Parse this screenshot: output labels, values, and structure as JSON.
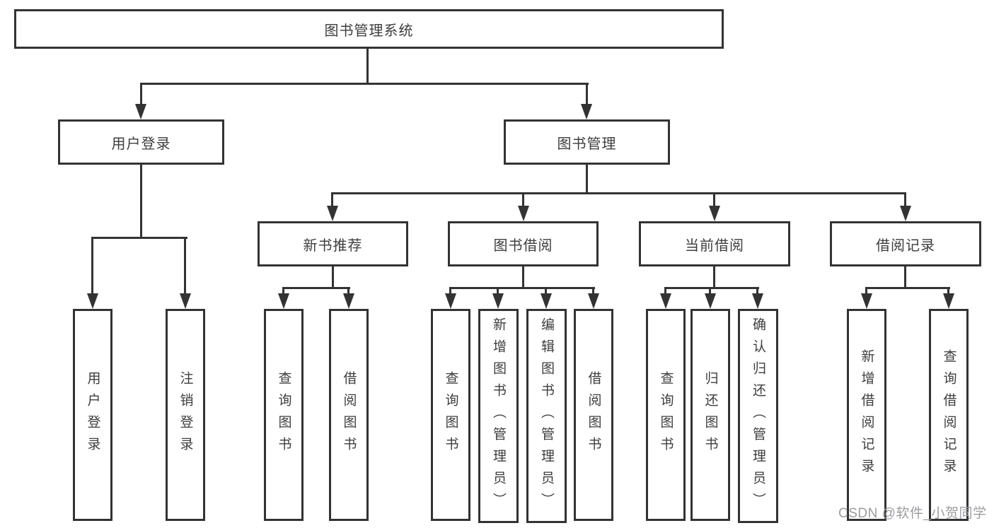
{
  "title": {
    "label": "图书管理系统"
  },
  "level2": [
    {
      "label": "用户登录"
    },
    {
      "label": "图书管理"
    }
  ],
  "level3": [
    {
      "label": "新书推荐"
    },
    {
      "label": "图书借阅"
    },
    {
      "label": "当前借阅"
    },
    {
      "label": "借阅记录"
    }
  ],
  "leaves": [
    {
      "label": "用户登录"
    },
    {
      "label": "注销登录"
    },
    {
      "label": "查询图书"
    },
    {
      "label": "借阅图书"
    },
    {
      "label": "查询图书"
    },
    {
      "label": "新增图书（管理员）"
    },
    {
      "label": "编辑图书（管理员）"
    },
    {
      "label": "借阅图书"
    },
    {
      "label": "查询图书"
    },
    {
      "label": "归还图书"
    },
    {
      "label": "确认归还（管理员）"
    },
    {
      "label": "新增借阅记录"
    },
    {
      "label": "查询借阅记录"
    }
  ],
  "watermark": {
    "text": "CSDN @软件_小贺同学"
  },
  "colors": {
    "line": "#333333",
    "border": "#333333",
    "text": "#3d3d3d",
    "watermark": "#9d9da2",
    "background": "#ffffff"
  }
}
